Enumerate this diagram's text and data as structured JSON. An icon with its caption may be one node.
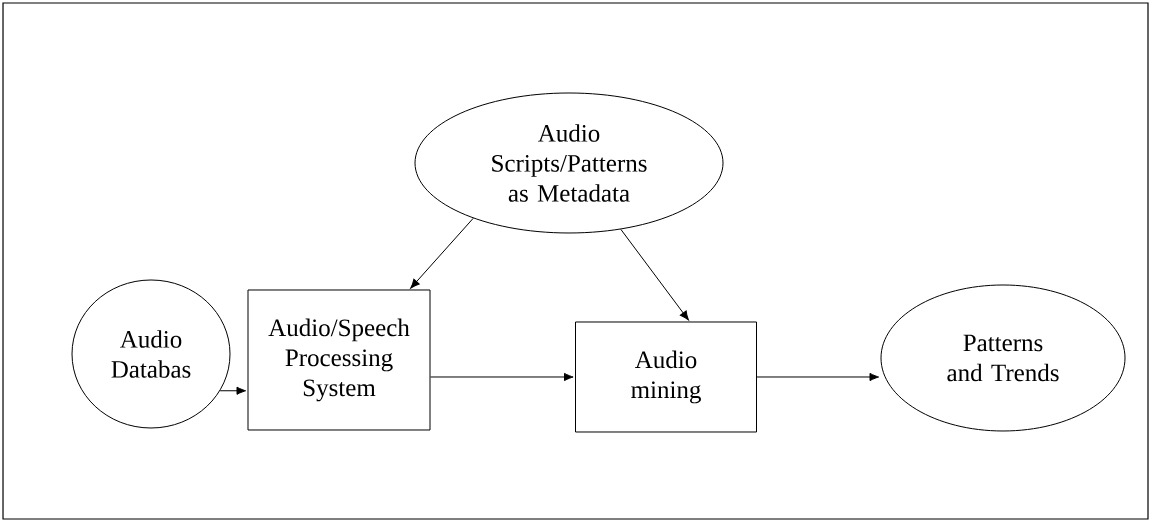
{
  "diagram": {
    "nodes": [
      {
        "text": [
          "Audio Scripts/Patterns as Metadata"
        ]
      },
      {
        "text": [
          "Audio Databas"
        ]
      },
      {
        "text": [
          "Audio/Speech Processing System"
        ]
      },
      {
        "text": [
          "Audio mining"
        ]
      },
      {
        "text": [
          "Patterns and Trends"
        ]
      }
    ],
    "edges": [
      {
        "from": 0,
        "to": 2,
        "arrow": "to"
      },
      {
        "from": 0,
        "to": 3,
        "arrow": "to"
      },
      {
        "from": 1,
        "to": 2,
        "arrow": "to"
      },
      {
        "from": 2,
        "to": 3,
        "arrow": "to"
      },
      {
        "from": 3,
        "to": 4,
        "arrow": "to"
      }
    ]
  }
}
